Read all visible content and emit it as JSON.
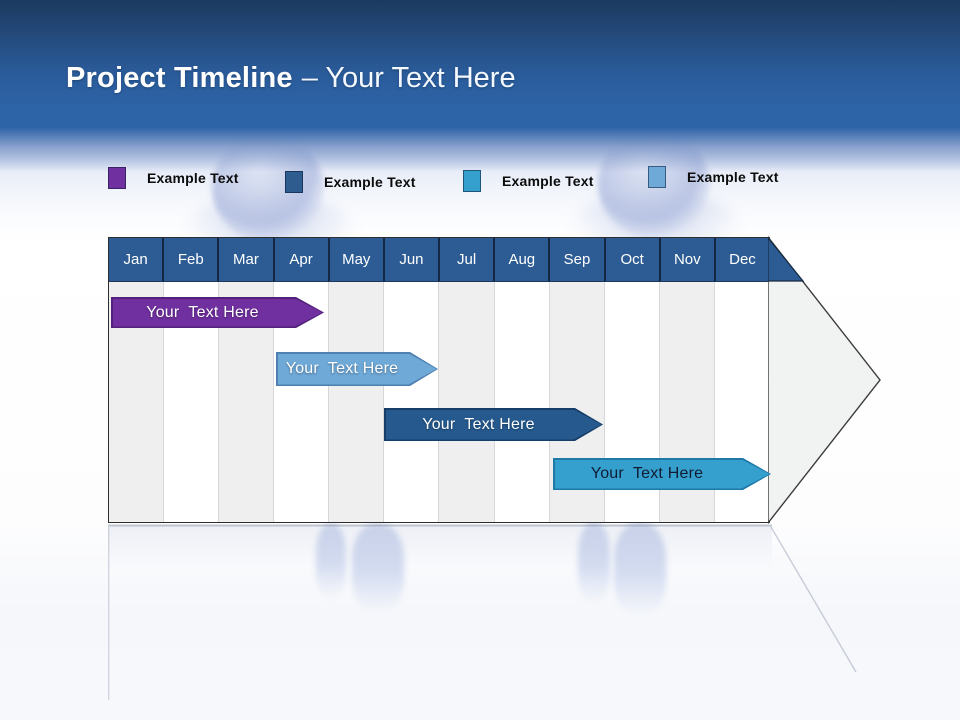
{
  "header": {
    "title_bold": "Project Timeline",
    "title_light": "– Your Text Here"
  },
  "legend": {
    "items": [
      {
        "label": "Example Text",
        "color": "#7030A0"
      },
      {
        "label": "Example Text",
        "color": "#2E5C8F"
      },
      {
        "label": "Example Text",
        "color": "#35A0CE"
      },
      {
        "label": "Example Text",
        "color": "#6FA9D8"
      }
    ]
  },
  "timeline": {
    "header_color": "#2D5C94",
    "months": [
      "Jan",
      "Feb",
      "Mar",
      "Apr",
      "May",
      "Jun",
      "Jul",
      "Aug",
      "Sep",
      "Oct",
      "Nov",
      "Dec"
    ],
    "rows": [
      {
        "label": "Your  Text Here",
        "fill": "#7030A0",
        "border": "#53217B",
        "text_color": "#FFFFFF",
        "start": "Jan",
        "end": "Apr"
      },
      {
        "label": "Your  Text Here",
        "fill": "#6FA9D8",
        "border": "#4E80B1",
        "text_color": "#FFFFFF",
        "start": "Apr",
        "end": "Jun"
      },
      {
        "label": "Your  Text Here",
        "fill": "#265A8F",
        "border": "#163E68",
        "text_color": "#FFFFFF",
        "start": "Jun",
        "end": "Sep"
      },
      {
        "label": "Your  Text Here",
        "fill": "#35A0CE",
        "border": "#1E79A8",
        "text_color": "#101C33",
        "start": "Sep",
        "end": "Dec"
      }
    ]
  }
}
